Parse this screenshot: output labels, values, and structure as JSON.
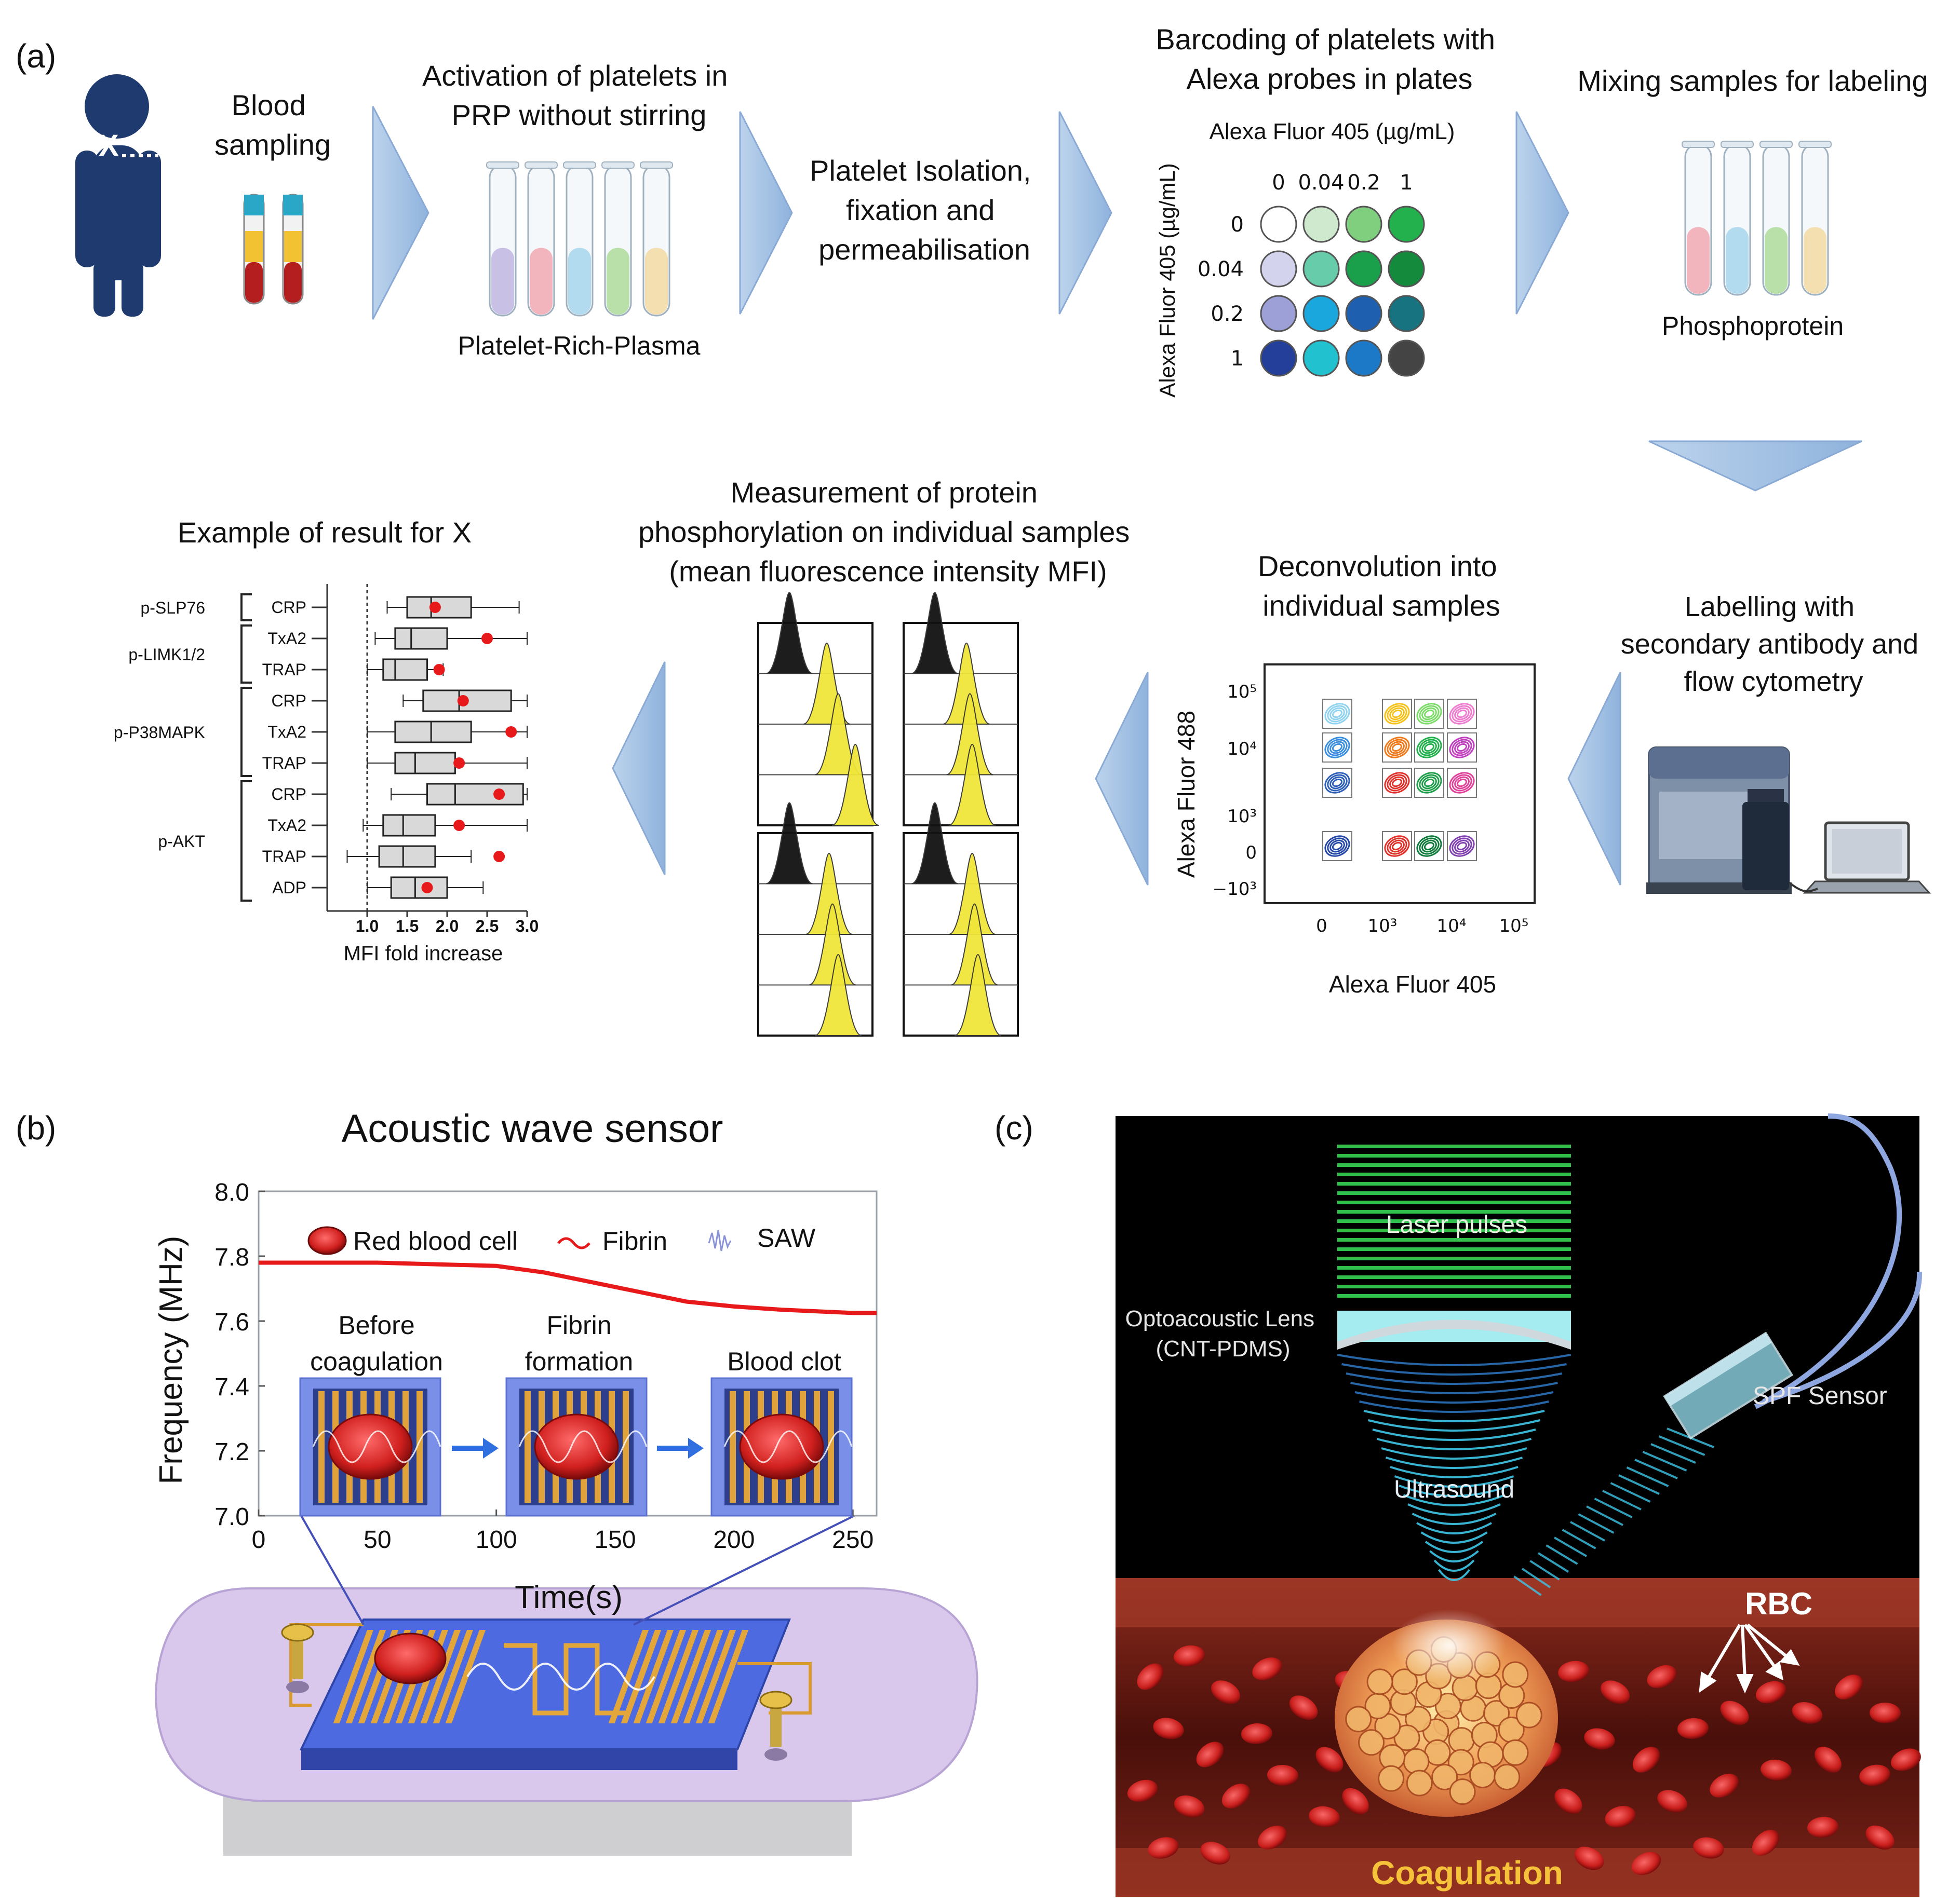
{
  "panel_labels": {
    "a": "(a)",
    "b": "(b)",
    "c": "(c)"
  },
  "steps": {
    "blood_sampling": "Blood sampling",
    "activation_title": "Activation of platelets in PRP without stirring",
    "prp_caption": "Platelet-Rich-Plasma",
    "isolation": "Platelet Isolation, fixation and permeabilisation",
    "barcoding_title": "Barcoding of platelets with Alexa probes in plates",
    "mixing_title": "Mixing samples for labeling",
    "phospho_caption": "Phosphoprotein",
    "labelling_title": "Labelling with secondary antibody and flow cytometry",
    "deconv_title": "Deconvolution into individual samples",
    "measure_title": "Measurement of protein phosphorylation on individual samples (mean fluorescence intensity MFI)",
    "example_title": "Example of result for X"
  },
  "person_label": "X",
  "barcode_plate": {
    "top_axis_title": "Alexa Fluor 405 (µg/mL)",
    "left_axis_title": "Alexa Fluor 405 (µg/mL)",
    "col_labels": [
      "0",
      "0.04",
      "0.2",
      "1"
    ],
    "row_labels": [
      "0",
      "0.04",
      "0.2",
      "1"
    ],
    "well_colors": [
      [
        "#ffffff",
        "#cfe9cf",
        "#7fcf7f",
        "#22b14c"
      ],
      [
        "#d3d3ee",
        "#66ccaa",
        "#1a9f4a",
        "#138a3c"
      ],
      [
        "#9da0d6",
        "#1aa7dd",
        "#1f5fb0",
        "#16737f"
      ],
      [
        "#243f99",
        "#22c1cf",
        "#1c79c8",
        "#444444"
      ]
    ]
  },
  "flow_plot": {
    "xlabel": "Alexa Fluor 405",
    "ylabel": "Alexa Fluor 488",
    "yticks": [
      "10⁵",
      "10⁴",
      "10³",
      "0",
      "−10³"
    ],
    "xticks": [
      "0",
      "10³",
      "10⁴",
      "10⁵"
    ],
    "cluster_colors": [
      [
        "#8fd3f0",
        "#f6c21a",
        "#7ddc6a",
        "#f07ad0"
      ],
      [
        "#3a8ede",
        "#f07a1a",
        "#22b14c",
        "#c040c0"
      ],
      [
        "#2d5fb8",
        "#e0302a",
        "#1f9f4a",
        "#e0409a"
      ],
      [
        "#2446a8",
        "#e0302a",
        "#0e7a3a",
        "#8040b0"
      ]
    ]
  },
  "tube_colors_prp": [
    "#c9c0e6",
    "#f3b5bd",
    "#b3dbef",
    "#b8e0a8",
    "#f4dfb0"
  ],
  "tube_colors_mix": [
    "#f3b5bd",
    "#b3dbef",
    "#b8e0a8",
    "#f4dfb0"
  ],
  "chart_data": [
    {
      "type": "box",
      "xlabel": "MFI fold increase",
      "xlim": [
        0.5,
        3.0
      ],
      "xticks": [
        "1.0",
        "1.5",
        "2.0",
        "2.5",
        "3.0"
      ],
      "reference_line": 1.0,
      "groups": [
        {
          "name": "p-SLP76",
          "rows": [
            0
          ]
        },
        {
          "name": "p-LIMK1/2",
          "rows": [
            1,
            2
          ]
        },
        {
          "name": "p-P38MAPK",
          "rows": [
            3,
            4,
            5
          ]
        },
        {
          "name": "p-AKT",
          "rows": [
            6,
            7,
            8,
            9
          ]
        }
      ],
      "rows": [
        {
          "label": "CRP",
          "min": 1.25,
          "q1": 1.5,
          "median": 1.8,
          "q3": 2.3,
          "max": 2.9,
          "x": 1.85
        },
        {
          "label": "TxA2",
          "min": 1.1,
          "q1": 1.35,
          "median": 1.55,
          "q3": 2.0,
          "max": 3.0,
          "x": 2.5
        },
        {
          "label": "TRAP",
          "min": 1.0,
          "q1": 1.2,
          "median": 1.35,
          "q3": 1.75,
          "max": 1.95,
          "x": 1.9
        },
        {
          "label": "CRP",
          "min": 1.45,
          "q1": 1.7,
          "median": 2.15,
          "q3": 2.8,
          "max": 3.0,
          "x": 2.2
        },
        {
          "label": "TxA2",
          "min": 1.0,
          "q1": 1.35,
          "median": 1.8,
          "q3": 2.3,
          "max": 3.0,
          "x": 2.8
        },
        {
          "label": "TRAP",
          "min": 1.0,
          "q1": 1.35,
          "median": 1.6,
          "q3": 2.1,
          "max": 3.0,
          "x": 2.15
        },
        {
          "label": "CRP",
          "min": 1.3,
          "q1": 1.75,
          "median": 2.1,
          "q3": 2.95,
          "max": 3.0,
          "x": 2.65
        },
        {
          "label": "TxA2",
          "min": 0.95,
          "q1": 1.2,
          "median": 1.45,
          "q3": 1.85,
          "max": 3.0,
          "x": 2.15
        },
        {
          "label": "TRAP",
          "min": 0.75,
          "q1": 1.15,
          "median": 1.45,
          "q3": 1.85,
          "max": 2.3,
          "x": 2.65
        },
        {
          "label": "ADP",
          "min": 1.0,
          "q1": 1.3,
          "median": 1.6,
          "q3": 2.0,
          "max": 2.45,
          "x": 1.75
        }
      ]
    },
    {
      "type": "line",
      "title": "Acoustic wave sensor",
      "xlabel": "Time(s)",
      "ylabel": "Frequency (MHz)",
      "xlim": [
        0,
        260
      ],
      "ylim": [
        7.0,
        8.0
      ],
      "xticks": [
        "0",
        "50",
        "100",
        "150",
        "200",
        "250"
      ],
      "yticks": [
        "7.0",
        "7.2",
        "7.4",
        "7.6",
        "7.8",
        "8.0"
      ],
      "series": [
        {
          "x": [
            0,
            50,
            100,
            120,
            140,
            160,
            180,
            200,
            220,
            250,
            260
          ],
          "y": [
            7.78,
            7.78,
            7.77,
            7.75,
            7.72,
            7.69,
            7.66,
            7.645,
            7.635,
            7.625,
            7.625
          ],
          "color": "#e8191a"
        }
      ],
      "legend": [
        "Red blood cell",
        "Fibrin",
        "SAW"
      ],
      "stage_labels": [
        {
          "text": "Before coagulation",
          "x": 50
        },
        {
          "text": "Fibrin formation",
          "x": 135
        },
        {
          "text": "Blood clot",
          "x": 220
        }
      ]
    }
  ],
  "panel_c": {
    "laser_label": "Laser pulses",
    "lens_label": "Optoacoustic Lens (CNT-PDMS)",
    "sensor_label": "SPF Sensor",
    "ultrasound_label": "Ultrasound",
    "rbc_label": "RBC",
    "coag_label": "Coagulation"
  }
}
